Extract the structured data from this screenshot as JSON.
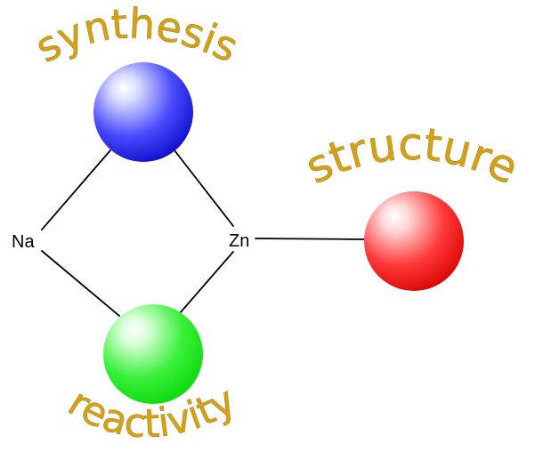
{
  "labels": {
    "synthesis": "synthesis",
    "structure": "structure",
    "reactivity": "reactivity"
  },
  "atoms": {
    "sodium": "Na",
    "zinc": "Zn"
  },
  "colors": {
    "word": "#d4a017",
    "synthesis_sphere": "#1010d8",
    "structure_sphere": "#e00000",
    "reactivity_sphere": "#10e010",
    "bond": "#000000"
  }
}
